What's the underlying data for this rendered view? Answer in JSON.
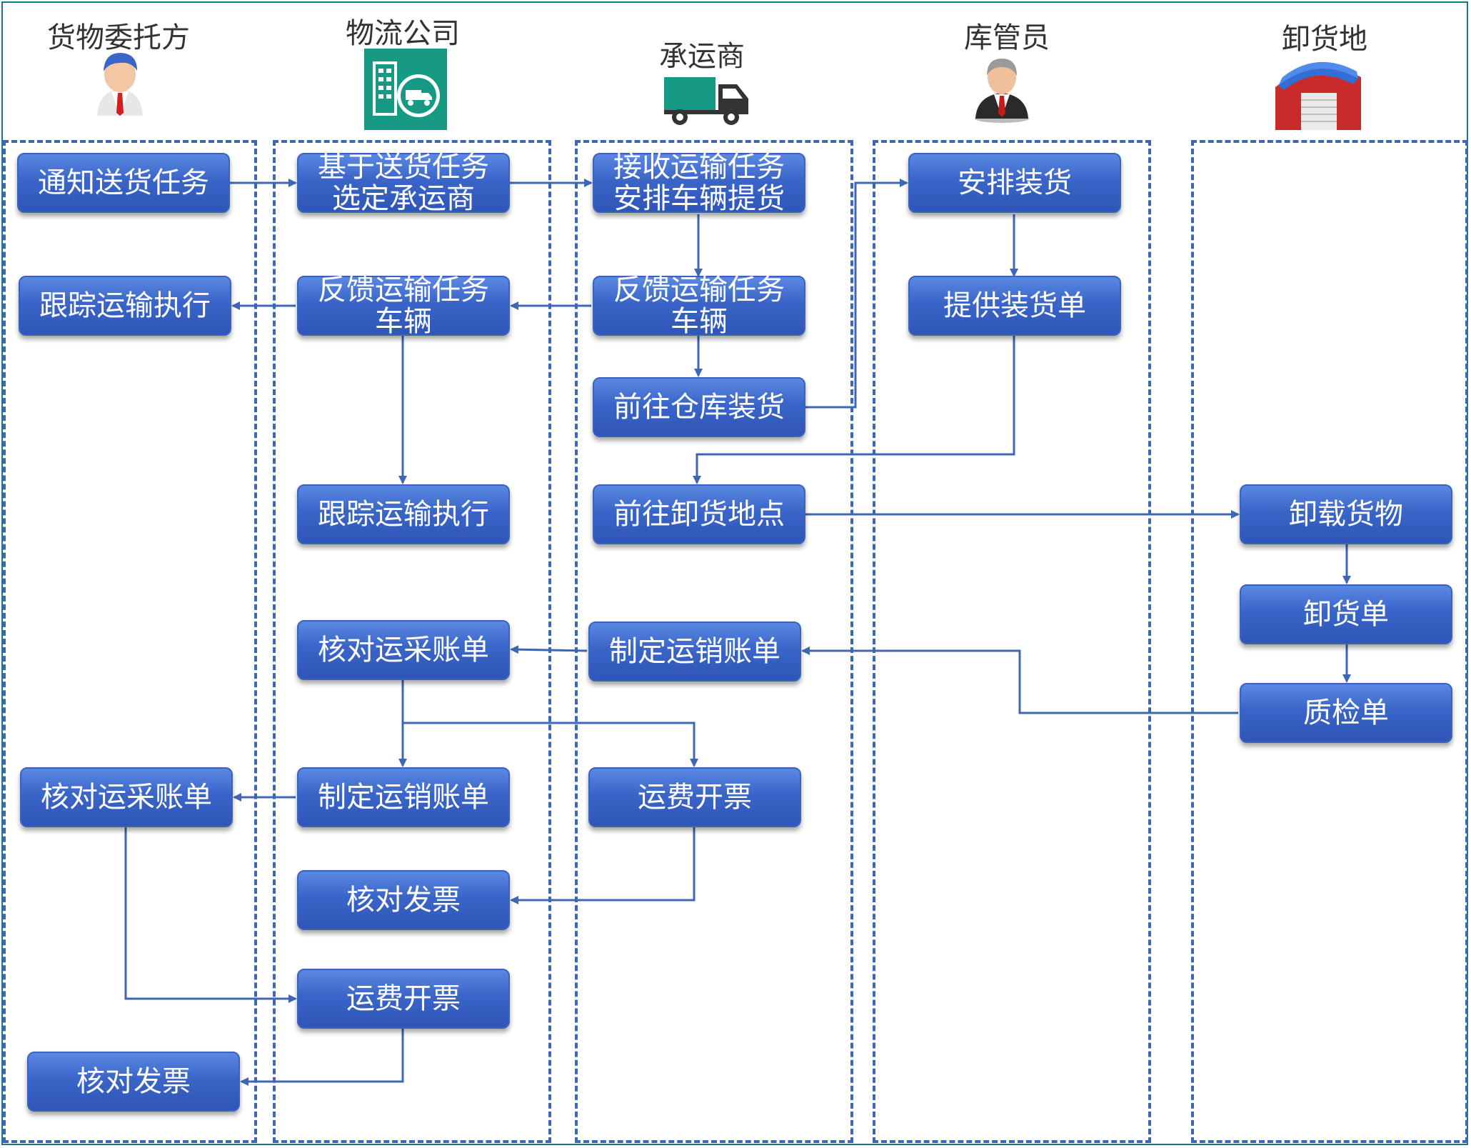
{
  "lanes": [
    {
      "id": "consignor",
      "title": "货物委托方",
      "icon": "person-icon"
    },
    {
      "id": "logistics",
      "title": "物流公司",
      "icon": "building-truck-icon"
    },
    {
      "id": "carrier",
      "title": "承运商",
      "icon": "truck-icon"
    },
    {
      "id": "warehouse",
      "title": "库管员",
      "icon": "manager-icon"
    },
    {
      "id": "destination",
      "title": "卸货地",
      "icon": "warehouse-icon"
    }
  ],
  "nodes": {
    "n1": "通知送货任务",
    "n2": "跟踪运输执行",
    "n3": "核对运采账单",
    "n4": "核对发票",
    "n5": "基于送货任务\n选定承运商",
    "n6": "反馈运输任务\n车辆",
    "n7": "跟踪运输执行",
    "n8": "核对运采账单",
    "n9": "制定运销账单",
    "n10": "核对发票",
    "n11": "运费开票",
    "n12": "接收运输任务\n安排车辆提货",
    "n13": "反馈运输任务\n车辆",
    "n14": "前往仓库装货",
    "n15": "前往卸货地点",
    "n16": "制定运销账单",
    "n17": "运费开票",
    "n18": "安排装货",
    "n19": "提供装货单",
    "n20": "卸载货物",
    "n21": "卸货单",
    "n22": "质检单"
  },
  "colors": {
    "frame": "#17778f",
    "lane_border": "#3d66b4",
    "node_fill": "#3a65c8",
    "edge": "#3d66b4",
    "text": "#333333"
  }
}
